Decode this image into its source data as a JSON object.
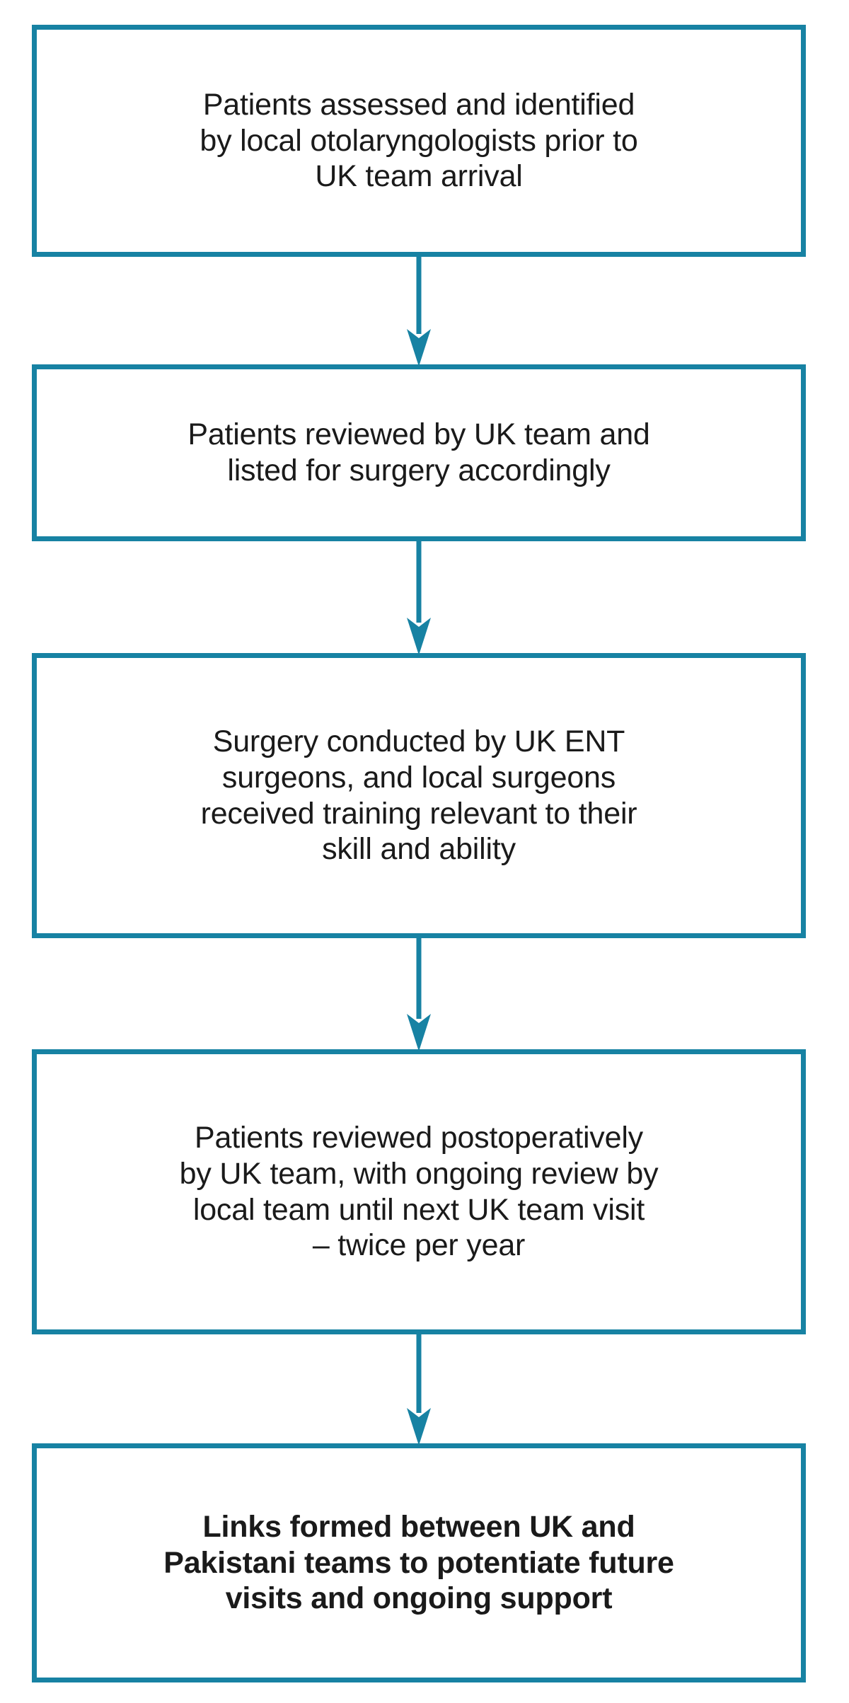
{
  "diagram": {
    "type": "flowchart",
    "orientation": "vertical-top-to-bottom",
    "title": "",
    "colors": {
      "box_border": "#1782a3",
      "box_fill": "#ffffff",
      "arrow": "#1782a3",
      "text": "#1a1a1a",
      "background": "#ffffff"
    },
    "nodes": [
      {
        "id": "node-1",
        "order": 1,
        "bold": false,
        "text": "Patients assessed and identified\nby local otolaryngologists prior to\nUK team arrival",
        "lines": [
          "Patients assessed and identified",
          "by local otolaryngologists prior to",
          "UK team arrival"
        ]
      },
      {
        "id": "node-2",
        "order": 2,
        "bold": false,
        "text": "Patients reviewed by UK team and\nlisted for surgery accordingly",
        "lines": [
          "Patients reviewed by UK team and",
          "listed for surgery accordingly"
        ]
      },
      {
        "id": "node-3",
        "order": 3,
        "bold": false,
        "text": "Surgery conducted by UK ENT\nsurgeons, and local surgeons\nreceived training relevant to their\nskill and ability",
        "lines": [
          "Surgery conducted by UK ENT",
          "surgeons, and local surgeons",
          "received training relevant to their",
          "skill and ability"
        ]
      },
      {
        "id": "node-4",
        "order": 4,
        "bold": false,
        "text": "Patients reviewed postoperatively\nby UK team, with ongoing review by\nlocal team until next UK team visit\n– twice per year",
        "lines": [
          "Patients reviewed postoperatively",
          "by UK team, with ongoing review by",
          "local team until next UK team visit",
          "– twice per year"
        ]
      },
      {
        "id": "node-5",
        "order": 5,
        "bold": true,
        "text": "Links formed between UK and\nPakistani teams to potentiate future\nvisits and ongoing support",
        "lines": [
          "Links formed between UK and",
          "Pakistani teams to potentiate future",
          "visits and ongoing support"
        ]
      }
    ],
    "connectors": [
      {
        "id": "connector-1",
        "from": "node-1",
        "to": "node-2",
        "icon": "down-arrow-icon"
      },
      {
        "id": "connector-2",
        "from": "node-2",
        "to": "node-3",
        "icon": "down-arrow-icon"
      },
      {
        "id": "connector-3",
        "from": "node-3",
        "to": "node-4",
        "icon": "down-arrow-icon"
      },
      {
        "id": "connector-4",
        "from": "node-4",
        "to": "node-5",
        "icon": "down-arrow-icon"
      }
    ]
  }
}
